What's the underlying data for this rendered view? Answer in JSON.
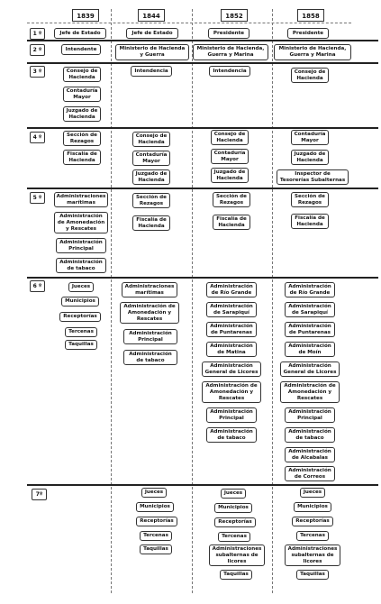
{
  "years": [
    "1839",
    "1844",
    "1852",
    "1858"
  ],
  "levels": [
    "1 º",
    "2 º",
    "3 º",
    "4 º",
    "5 º",
    "6 º",
    "7º"
  ],
  "cols": {
    "y1839": {
      "l1": [
        "Jefe de Estado"
      ],
      "l2": [
        "Intendente"
      ],
      "l3": [
        "Consejo de\nHacienda",
        "Contaduría\nMayor",
        "Juzgado de\nHacienda"
      ],
      "l4": [
        "Sección de\nRezagos",
        "Fiscalía de\nHacienda"
      ],
      "l5": [
        "Administraciones\nmarítimas",
        "Administración\nde Amonedación\ny Rescates",
        "Administración\nPrincipal",
        "Administración\nde tabaco"
      ],
      "l6": [
        "Jueces",
        "Municipios",
        "Receptorías",
        "Tercenas",
        "Taquillas"
      ]
    },
    "y1844": {
      "l1": [
        "Jefe de Estado"
      ],
      "l2": [
        "Ministerio de Hacienda\ny Guerra"
      ],
      "l3": [
        "Intendencia"
      ],
      "l4": [
        "Consejo de\nHacienda",
        "Contaduría\nMayor",
        "Juzgado de\nHacienda"
      ],
      "l5": [
        "Sección de\nRezagos",
        "Fiscalía de\nHacienda"
      ],
      "l6": [
        "Administraciones\nmarítimas",
        "Administración de\nAmonedación y\nRescates",
        "Administración\nPrincipal",
        "Administración\nde tabaco"
      ],
      "l7": [
        "Jueces",
        "Municipios",
        "Receptorías",
        "Tercenas",
        "Taquillas"
      ]
    },
    "y1852": {
      "l1": [
        "Presidente"
      ],
      "l2": [
        "Ministerio de Hacienda,\nGuerra y Marina"
      ],
      "l3": [
        "Intendencia"
      ],
      "l4": [
        "Consejo de\nHacienda",
        "Contaduría\nMayor",
        "Juzgado de\nHacienda"
      ],
      "l5": [
        "Sección de\nRezagos",
        "Fiscalía de\nHacienda"
      ],
      "l6": [
        "Administración\nde Río Grande",
        "Administración\nde Sarapiquí",
        "Administración\nde Puntarenas",
        "Administración\nde Matina",
        "Administración\nGeneral de Licores",
        "Administración de\nAmonedación y\nRescates",
        "Administración\nPrincipal",
        "Administración\nde tabaco"
      ],
      "l7": [
        "Jueces",
        "Municipios",
        "Receptorías",
        "Tercenas",
        "Administraciones\nsubalternas de\nlicores",
        "Taquillas"
      ]
    },
    "y1858": {
      "l1": [
        "Presidente"
      ],
      "l2": [
        "Ministerio de Hacienda,\nGuerra y Marina"
      ],
      "l3": [
        "Consejo de\nHacienda"
      ],
      "l4": [
        "Contaduría\nMayor",
        "Juzgado de\nHacienda",
        "Inspector de\nTesorerías Subalternas"
      ],
      "l5": [
        "Sección de\nRezagos",
        "Fiscalía de\nHacienda"
      ],
      "l6": [
        "Administración\nde Río Grande",
        "Administración\nde Sarapiquí",
        "Administración\nde Puntarenas",
        "Administración\nde Moín",
        "Administración\nGeneral de Licores",
        "Administración de\nAmonedación y\nRescates",
        "Administración\nPrincipal",
        "Administración\nde tabaco",
        "Administración\nde Alcabalas",
        "Administración\nde Correos"
      ],
      "l7": [
        "Jueces",
        "Municipios",
        "Receptorías",
        "Tercenas",
        "Administraciones\nsubalternas de\nlicores",
        "Taquillas"
      ]
    }
  }
}
